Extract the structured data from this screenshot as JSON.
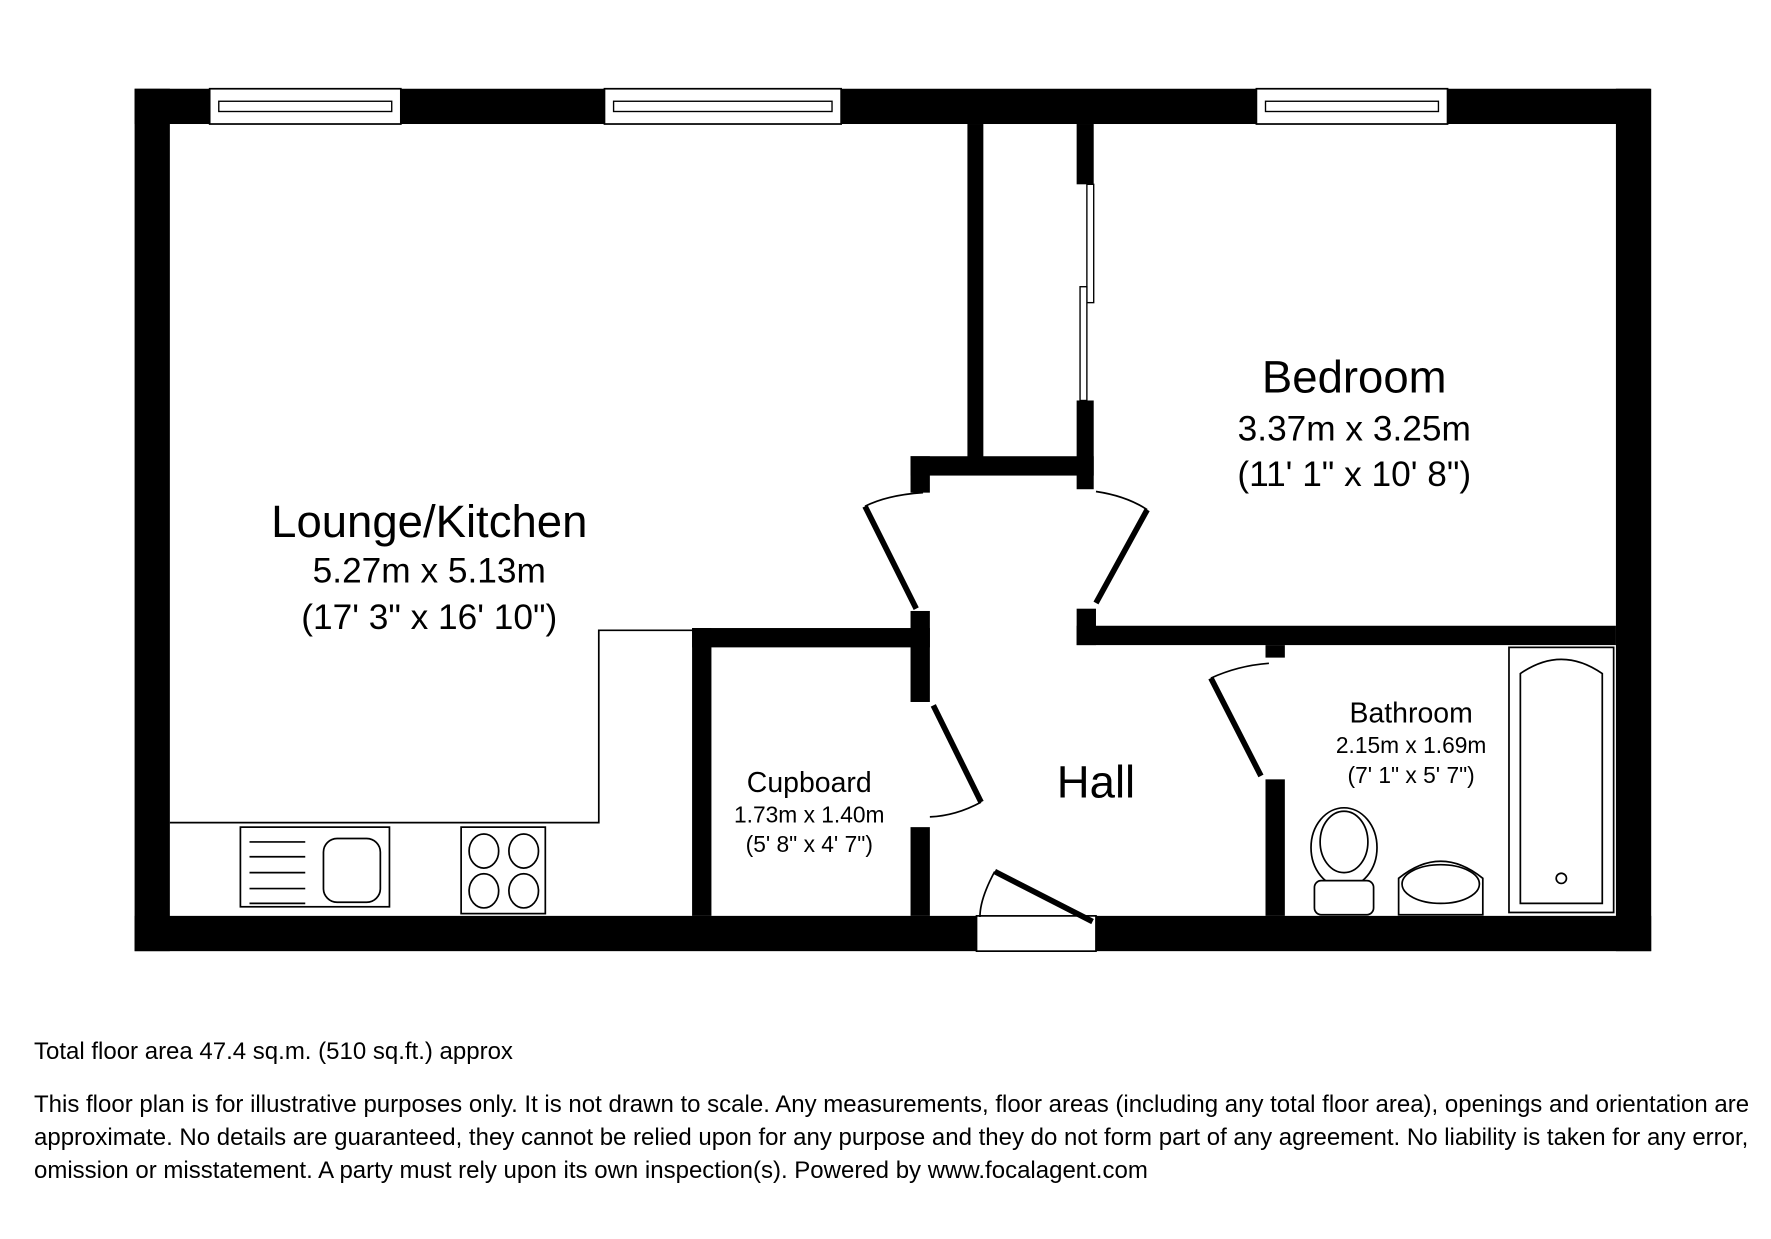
{
  "plan": {
    "rooms": [
      {
        "name": "Lounge/Kitchen",
        "metric": "5.27m x 5.13m",
        "imperial": "(17' 3\" x 16' 10\")"
      },
      {
        "name": "Bedroom",
        "metric": "3.37m x 3.25m",
        "imperial": "(11' 1\" x 10' 8\")"
      },
      {
        "name": "Hall"
      },
      {
        "name": "Cupboard",
        "metric": "1.73m x 1.40m",
        "imperial": "(5' 8\" x 4' 7\")"
      },
      {
        "name": "Bathroom",
        "metric": "2.15m x 1.69m",
        "imperial": "(7' 1\" x 5' 7\")"
      }
    ],
    "fixtures": [
      "sink-with-drainer",
      "hob-4-ring",
      "toilet",
      "wash-basin",
      "bath"
    ],
    "colors": {
      "wall": "#000000",
      "background": "#ffffff"
    }
  },
  "footer": {
    "total_area": "Total floor area 47.4 sq.m. (510 sq.ft.) approx",
    "disclaimer": "This floor plan is for illustrative purposes only. It is not drawn to scale. Any measurements, floor areas (including any total floor area), openings and orientation are approximate. No details are guaranteed, they cannot be relied upon for any purpose and they do not form part of any agreement. No liability is taken for any error, omission or misstatement. A party must rely upon its own inspection(s). Powered by www.focalagent.com"
  }
}
